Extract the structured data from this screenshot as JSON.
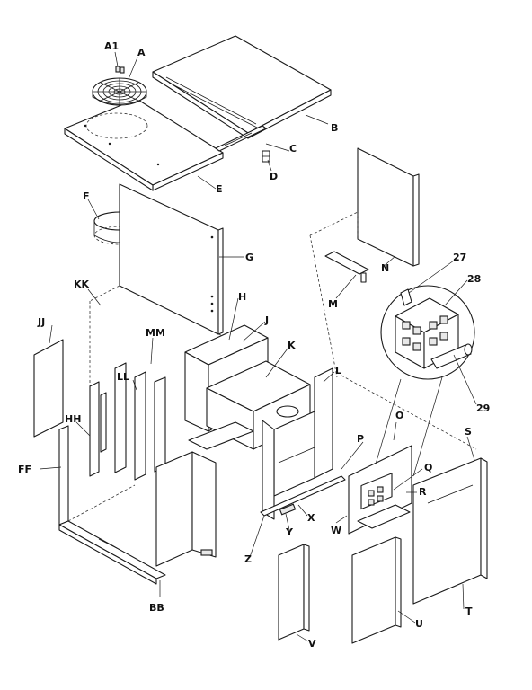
{
  "callouts": {
    "A1": "A1",
    "A": "A",
    "B": "B",
    "C": "C",
    "D": "D",
    "E": "E",
    "F": "F",
    "G": "G",
    "H": "H",
    "J": "J",
    "JJ": "JJ",
    "K": "K",
    "KK": "KK",
    "L": "L",
    "LL": "LL",
    "MM": "MM",
    "M": "M",
    "N": "N",
    "O": "O",
    "P": "P",
    "Q": "Q",
    "R": "R",
    "S": "S",
    "T": "T",
    "U": "U",
    "V": "V",
    "W": "W",
    "X": "X",
    "Y": "Y",
    "Z": "Z",
    "HH": "HH",
    "FF": "FF",
    "BB": "BB",
    "n27": "27",
    "n28": "28",
    "n29": "29"
  }
}
